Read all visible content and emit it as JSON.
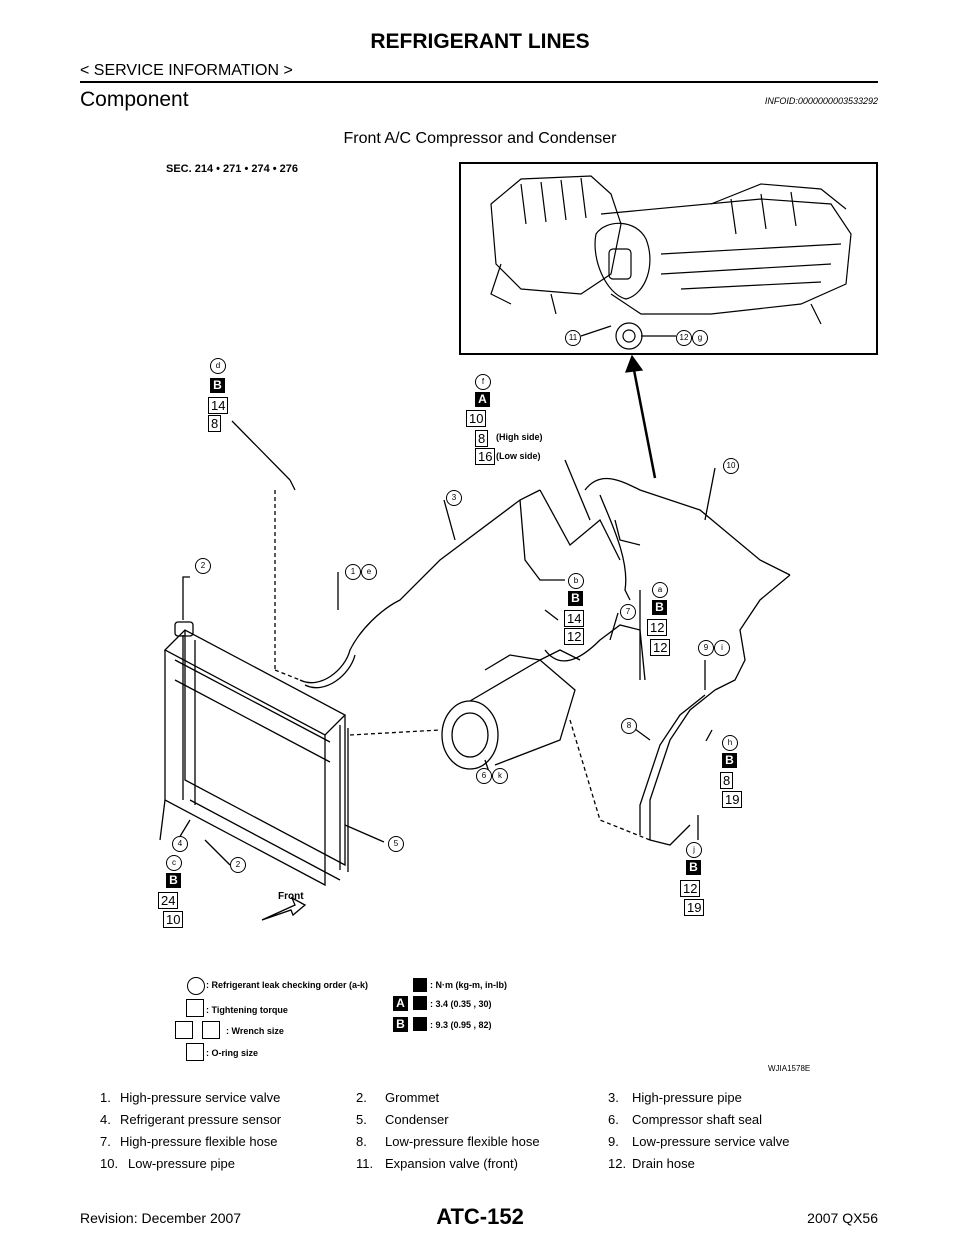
{
  "header": {
    "title": "REFRIGERANT LINES",
    "subtitle": "< SERVICE INFORMATION >",
    "heading": "Component",
    "info_id": "INFOID:0000000003533292"
  },
  "figure": {
    "caption": "Front A/C Compressor and Condenser",
    "section": "SEC. 214 • 271 • 274 • 276",
    "figure_id": "WJIA1578E",
    "front_label": "Front",
    "inset_callouts": [
      "11",
      "12",
      "g"
    ],
    "callouts": {
      "d": "d",
      "f": "f",
      "c": "c",
      "b": "b",
      "a": "a",
      "j": "j",
      "h": "h",
      "n1": "1",
      "e": "e",
      "n2a": "2",
      "n2b": "2",
      "n3": "3",
      "n4": "4",
      "n5": "5",
      "n6": "6",
      "k": "k",
      "n7": "7",
      "n8": "8",
      "n9": "9",
      "i": "i",
      "n10": "10"
    },
    "boxes": {
      "d_14": "14",
      "d_8": "8",
      "f_10": "10",
      "f_8": "8",
      "f_16": "16",
      "high_side": "(High side)",
      "low_side": "(Low side)",
      "b_14": "14",
      "b_12": "12",
      "a_12a": "12",
      "a_12b": "12",
      "h_8": "8",
      "h_19": "19",
      "j_12": "12",
      "j_19": "19",
      "c_24": "24",
      "c_10": "10"
    },
    "letters": {
      "A": "A",
      "B": "B"
    },
    "legend": {
      "leak_order": ": Refrigerant leak checking order (a-k)",
      "torque_unit": ": N·m (kg-m, in-lb)",
      "tightening_torque": ": Tightening torque",
      "torque_a": ": 3.4 (0.35 , 30)",
      "wrench_size": ": Wrench size",
      "torque_b": ": 9.3 (0.95 , 82)",
      "oring_size": ": O-ring size"
    }
  },
  "parts": [
    [
      "1.",
      "High-pressure service valve",
      "2.",
      "Grommet",
      "3.",
      "High-pressure pipe"
    ],
    [
      "4.",
      "Refrigerant pressure sensor",
      "5.",
      "Condenser",
      "6.",
      "Compressor shaft seal"
    ],
    [
      "7.",
      "High-pressure flexible hose",
      "8.",
      "Low-pressure flexible hose",
      "9.",
      "Low-pressure service valve"
    ],
    [
      "10.",
      "Low-pressure pipe",
      "11.",
      "Expansion valve (front)",
      "12.",
      "Drain hose"
    ]
  ],
  "footer": {
    "revision": "Revision: December 2007",
    "page": "ATC-152",
    "model": "2007 QX56"
  }
}
